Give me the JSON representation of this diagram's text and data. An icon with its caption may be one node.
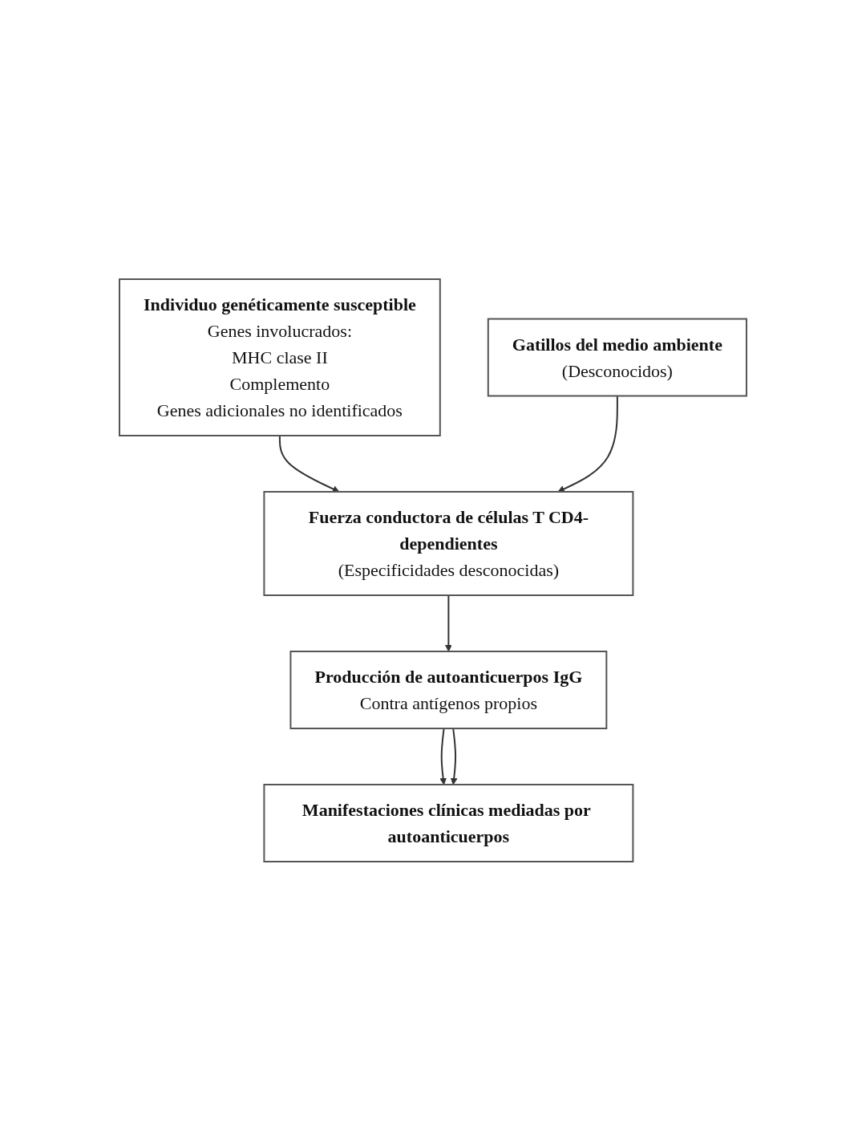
{
  "diagram": {
    "nodes": [
      {
        "text": [
          "Individuo genéticamente susceptible",
          "Genes involucrados:",
          "MHC clase II",
          "Complemento",
          "Genes adicionales no identificados"
        ]
      },
      {
        "text": [
          "Gatillos del medio ambiente",
          "(Desconocidos)"
        ]
      },
      {
        "text": [
          "Fuerza conductora de células T CD4-dependientes",
          "(Especificidades desconocidas)"
        ]
      },
      {
        "text": [
          "Producción de autoanticuerpos IgG",
          "Contra antígenos propios"
        ]
      },
      {
        "text": [
          "Manifestaciones clínicas mediadas por autoanticuerpos"
        ]
      }
    ],
    "edges": [
      {
        "from": 0,
        "to": 2,
        "arrow": "to"
      },
      {
        "from": 1,
        "to": 2,
        "arrow": "to"
      },
      {
        "from": 2,
        "to": 3,
        "arrow": "to"
      },
      {
        "from": 3,
        "to": 4,
        "arrow": "to"
      },
      {
        "from": 3,
        "to": 4,
        "arrow": "to"
      }
    ]
  }
}
